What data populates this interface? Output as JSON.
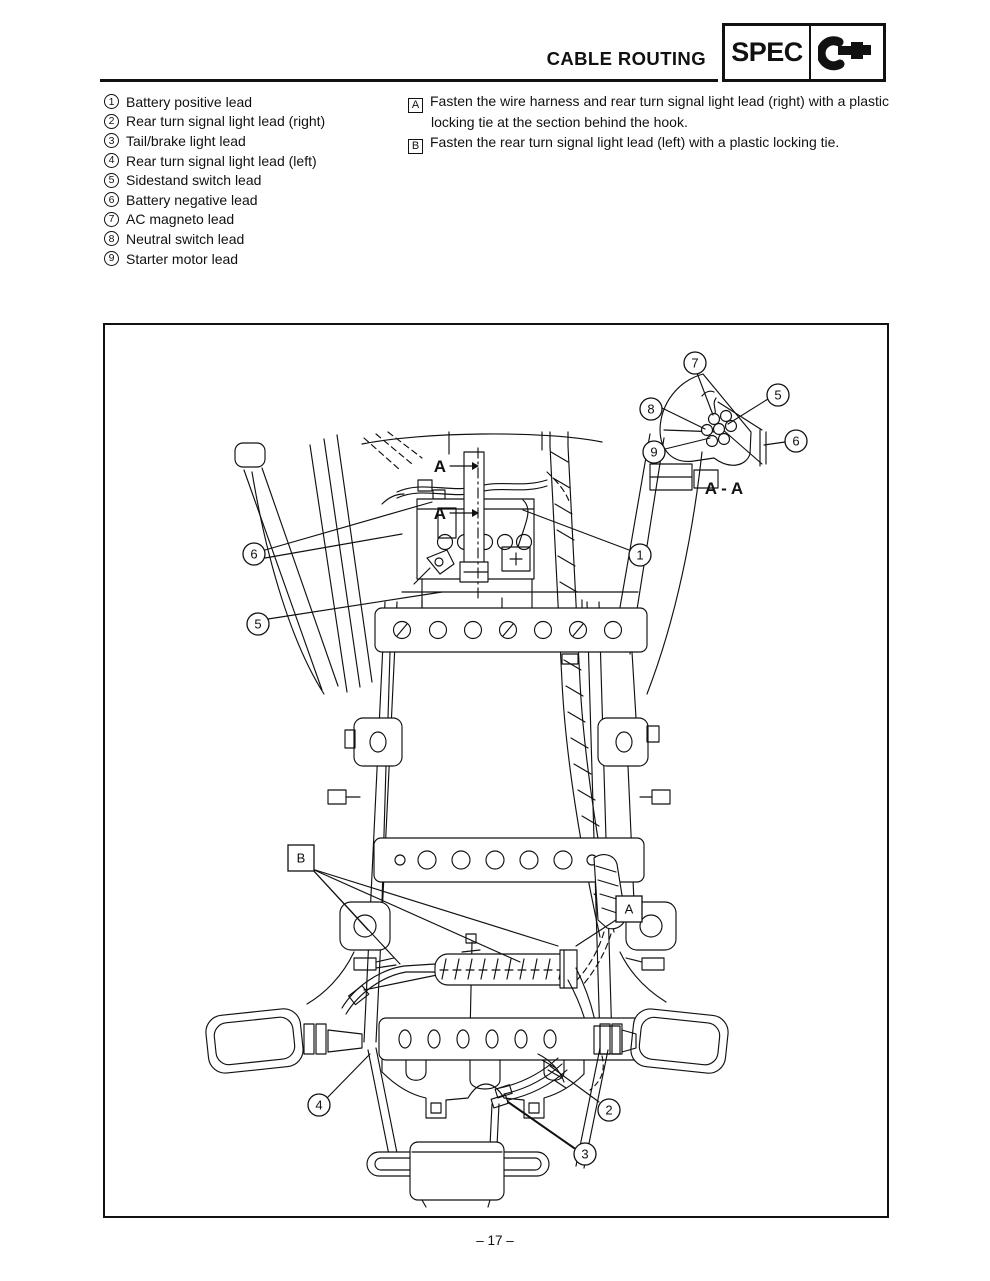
{
  "header": {
    "title": "CABLE ROUTING",
    "tab": "SPEC",
    "tab_icon": "micrometer"
  },
  "legend": {
    "items": [
      {
        "num": "1",
        "label": "Battery positive lead"
      },
      {
        "num": "2",
        "label": "Rear turn signal light lead (right)"
      },
      {
        "num": "3",
        "label": "Tail/brake light lead"
      },
      {
        "num": "4",
        "label": "Rear turn signal light lead (left)"
      },
      {
        "num": "5",
        "label": "Sidestand switch lead"
      },
      {
        "num": "6",
        "label": "Battery negative lead"
      },
      {
        "num": "7",
        "label": "AC magneto lead"
      },
      {
        "num": "8",
        "label": "Neutral switch lead"
      },
      {
        "num": "9",
        "label": "Starter motor lead"
      }
    ]
  },
  "notes": {
    "items": [
      {
        "key": "A",
        "text": "Fasten the wire harness and rear turn signal light lead (right) with a plastic locking tie at the section behind the hook."
      },
      {
        "key": "B",
        "text": "Fasten the rear turn signal light lead (left) with a plastic locking tie."
      }
    ]
  },
  "diagram": {
    "section_title": "A - A",
    "section_marker_top": "A",
    "section_marker_bottom": "A",
    "frame_label_a": "A",
    "frame_label_b": "B",
    "callouts_main": [
      {
        "n": "6"
      },
      {
        "n": "1"
      },
      {
        "n": "5"
      },
      {
        "n": "4"
      },
      {
        "n": "2"
      },
      {
        "n": "3"
      }
    ],
    "callouts_detail": [
      {
        "n": "7"
      },
      {
        "n": "8"
      },
      {
        "n": "9"
      },
      {
        "n": "5"
      },
      {
        "n": "6"
      }
    ]
  },
  "footer": {
    "page_number": "– 17 –"
  }
}
